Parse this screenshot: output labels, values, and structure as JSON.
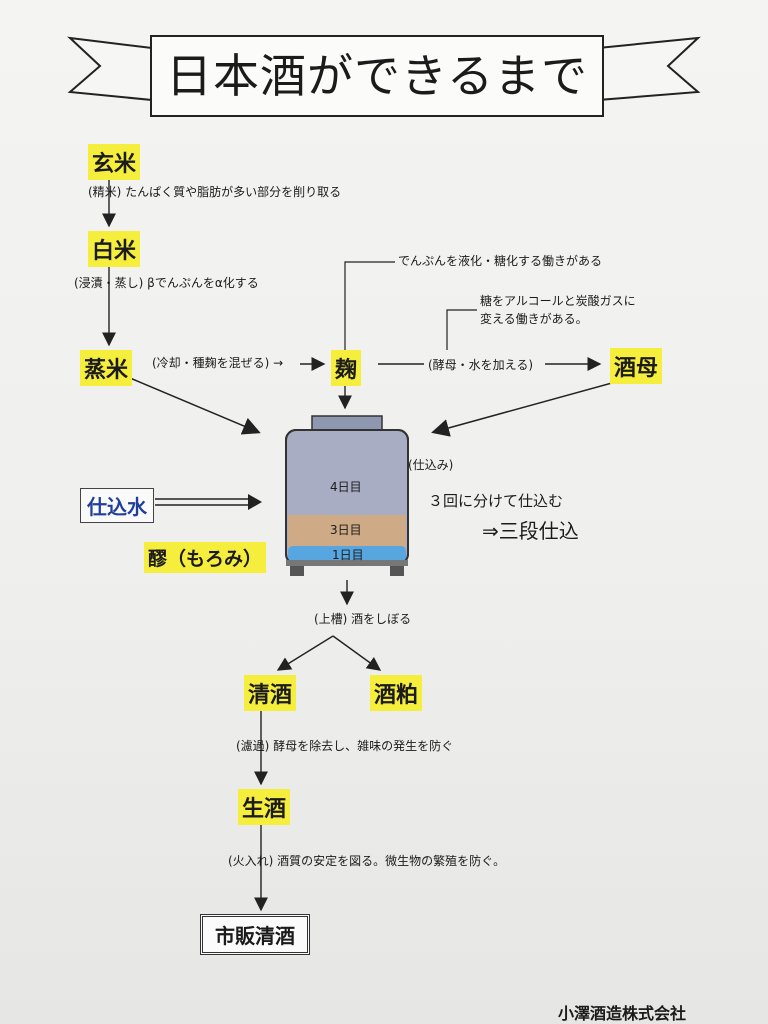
{
  "title": "日本酒ができるまで",
  "nodes": {
    "genmai": "玄米",
    "hakumai": "白米",
    "mushimai": "蒸米",
    "koji": "麹",
    "shubo": "酒母",
    "shikomimizu": "仕込水",
    "moromi": "醪（もろみ）",
    "seishu": "清酒",
    "sakekasu": "酒粕",
    "namazake": "生酒",
    "retail": "市販清酒"
  },
  "steps": {
    "seimai": "(精米) たんぱく質や脂肪が多い部分を削り取る",
    "shinseki": "(浸漬・蒸し) βでんぷんをα化する",
    "reikyaku": "(冷却・種麹を混ぜる) →",
    "kobo": "(酵母・水を加える)",
    "koji_note": "でんぷんを液化・糖化する働きがある",
    "shubo_note_1": "糖をアルコールと炭酸ガスに",
    "shubo_note_2": "変える働きがある。",
    "shikomi": "(仕込み)",
    "three_times": "３回に分けて仕込む",
    "sandan": "⇒三段仕込",
    "joso": "(上槽) 酒をしぼる",
    "roka": "(濾過) 酵母を除去し、雑味の発生を防ぐ",
    "hiire": "(火入れ) 酒質の安定を図る。微生物の繁殖を防ぐ。"
  },
  "tank_layers": [
    "4日目",
    "3日目",
    "1日目"
  ],
  "company": "小澤酒造株式会社",
  "colors": {
    "highlight": "#f6ee3c",
    "water_text": "#1f3f9c",
    "tank_top": "#8e98b0",
    "tank_upper": "#a9adc3",
    "tank_middle": "#cfaa86",
    "tank_bottom": "#58a6e0"
  }
}
